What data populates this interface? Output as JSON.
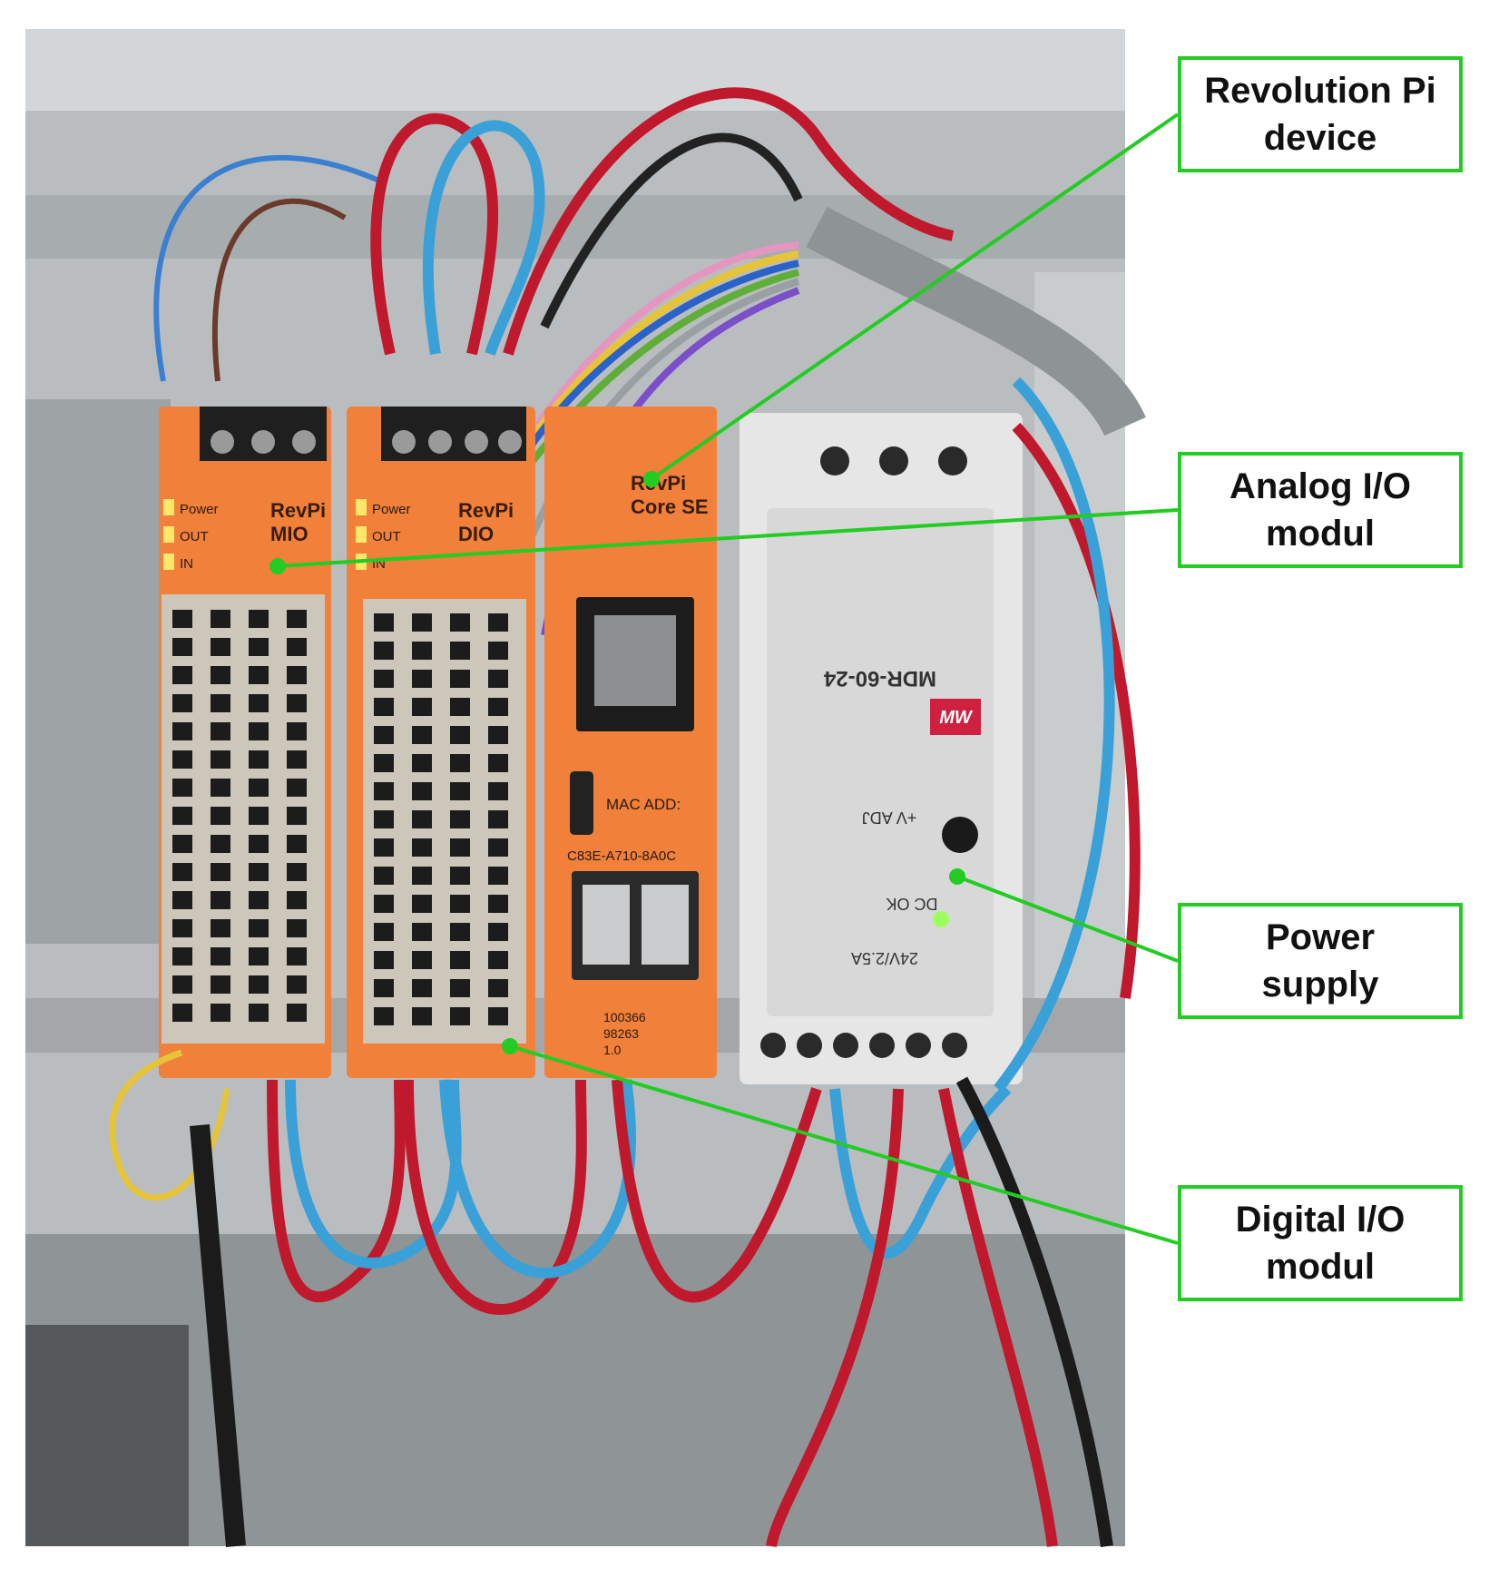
{
  "callouts": {
    "revolution_pi": "Revolution Pi\ndevice",
    "analog_io": "Analog I/O\nmodul",
    "power_supply": "Power\nsupply",
    "digital_io": "Digital I/O\nmodul"
  },
  "modules": {
    "mio": {
      "brand": "RevPi",
      "model": "MIO",
      "leds": [
        "Power",
        "OUT",
        "IN"
      ]
    },
    "dio": {
      "brand": "RevPi",
      "model": "DIO",
      "leds": [
        "Power",
        "OUT",
        "IN"
      ]
    },
    "core": {
      "brand": "RevPi",
      "model": "Core SE",
      "mac_label": "MAC ADD:",
      "mac": "C83E-A710-8A0C",
      "serials": [
        "100366",
        "98263",
        "1.0"
      ]
    },
    "psu": {
      "brand": "MW",
      "model": "MDR-60-24",
      "rating": "24V/2.5A",
      "status": "DC OK",
      "adj": "+V ADJ"
    }
  },
  "colors": {
    "leader": "#22cc22",
    "module_orange": "#f0803a",
    "psu_body": "#e6e6e6",
    "wire_red": "#c0182c",
    "wire_blue": "#3aa0d8"
  }
}
